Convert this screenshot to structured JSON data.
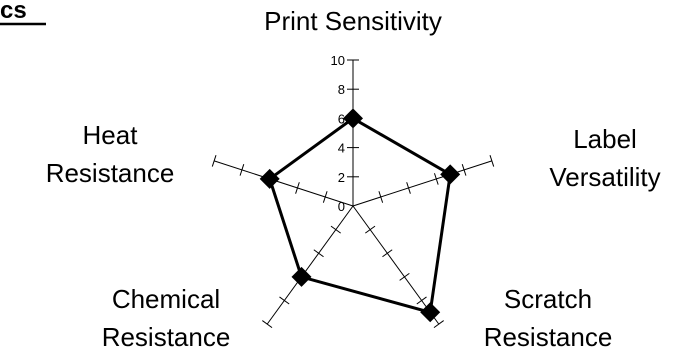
{
  "header_fragment": "cs",
  "chart_data": {
    "type": "radar",
    "axes": [
      "Print Sensitivity",
      "Label Versatility",
      "Scratch Resistance",
      "Chemical Resistance",
      "Heat Resistance"
    ],
    "axis_labels": [
      [
        "Print Sensitivity"
      ],
      [
        "Label",
        "Versatility"
      ],
      [
        "Scratch",
        "Resistance"
      ],
      [
        "Chemical",
        "Resistance"
      ],
      [
        "Heat",
        "Resistance"
      ]
    ],
    "values": [
      6,
      7,
      9,
      6,
      6
    ],
    "rmin": 0,
    "rmax": 10,
    "ticks": [
      0,
      2,
      4,
      6,
      8,
      10
    ],
    "grid": false,
    "series_color": "#000000"
  }
}
